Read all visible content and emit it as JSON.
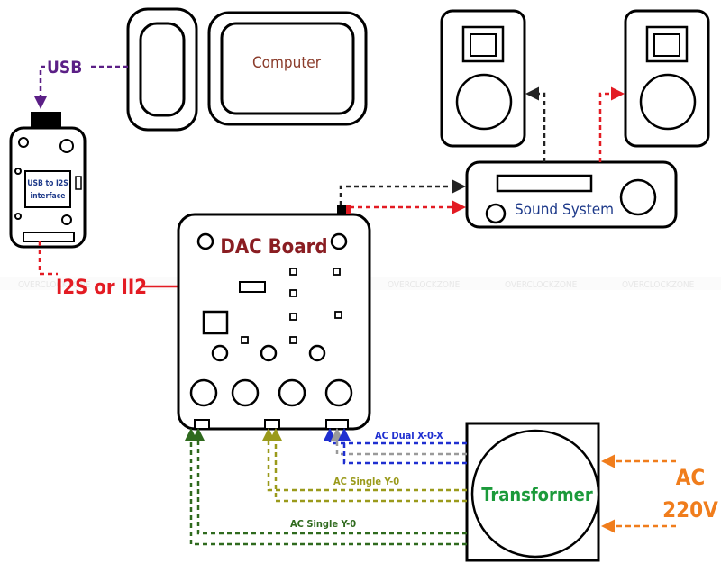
{
  "labels": {
    "usb": "USB",
    "computer": "Computer",
    "usb_i2s_line1": "USB to I2S",
    "usb_i2s_line2": "interface",
    "i2s": "I2S or II2",
    "dac": "DAC Board",
    "sound": "Sound System",
    "transformer": "Transformer",
    "ac_line1": "AC",
    "ac_line2": "220V",
    "ac_dual": "AC Dual X-0-X",
    "ac_single_1": "AC Single Y-0",
    "ac_single_2": "AC Single Y-0"
  },
  "watermark": {
    "brand": "OVERCLOCKZONE"
  },
  "colors": {
    "usb": "#5b1f86",
    "computer": "#8a3b2a",
    "i2s": "#e31b23",
    "dac": "#8a1d22",
    "sound": "#1e3a8a",
    "transformer": "#1b9a3a",
    "ac": "#f07d1c",
    "dual": "#1f2fd0",
    "single_olive": "#9a9a1b",
    "single_green": "#2f6a1e",
    "gray": "#9a9a9a"
  }
}
